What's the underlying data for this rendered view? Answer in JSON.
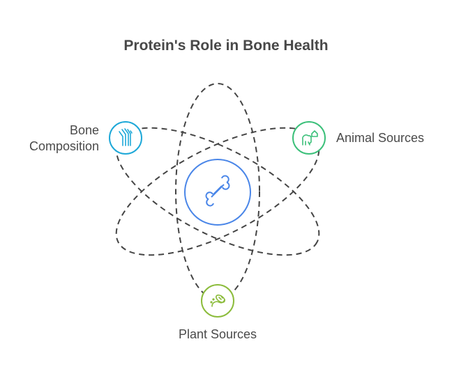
{
  "title": "Protein's Role in Bone Health",
  "center": {
    "icon": "bone-icon",
    "color": "#4a86e8"
  },
  "nodes": [
    {
      "label_line1": "Bone",
      "label_line2": "Composition",
      "icon": "joint-bones-icon",
      "color": "#1ea8d8"
    },
    {
      "label": "Animal Sources",
      "icon": "farm-animals-icon",
      "color": "#3cc07a"
    },
    {
      "label": "Plant Sources",
      "icon": "soybean-icon",
      "color": "#8cbc3c"
    }
  ],
  "colors": {
    "orbit": "#444444",
    "text": "#4a4a4a"
  }
}
